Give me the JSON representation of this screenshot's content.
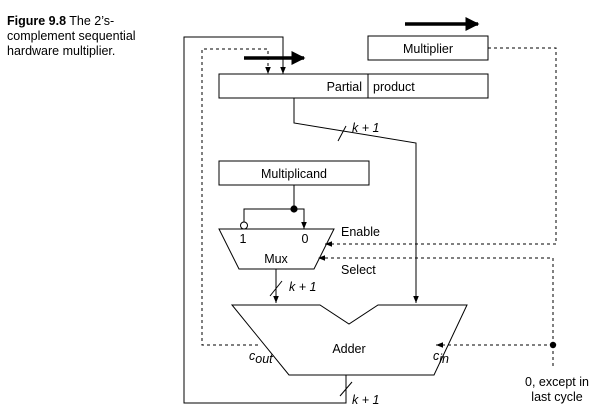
{
  "caption": {
    "figure_label": "Figure 9.8",
    "text": "The 2’s-complement sequential hardware multiplier."
  },
  "diagram": {
    "multiplier": "Multiplier",
    "partial": "Partial",
    "product": "product",
    "multiplicand": "Multiplicand",
    "mux": "Mux",
    "mux_in1": "1",
    "mux_in0": "0",
    "enable": "Enable",
    "select": "Select",
    "adder": "Adder",
    "cout_main": "c",
    "cout_sub": "out",
    "cin_main": "c",
    "cin_sub": "in",
    "width_pp": "k + 1",
    "width_mux": "k + 1",
    "width_sum": "k + 1",
    "note_line1": "0, except in",
    "note_line2": "last cycle"
  }
}
